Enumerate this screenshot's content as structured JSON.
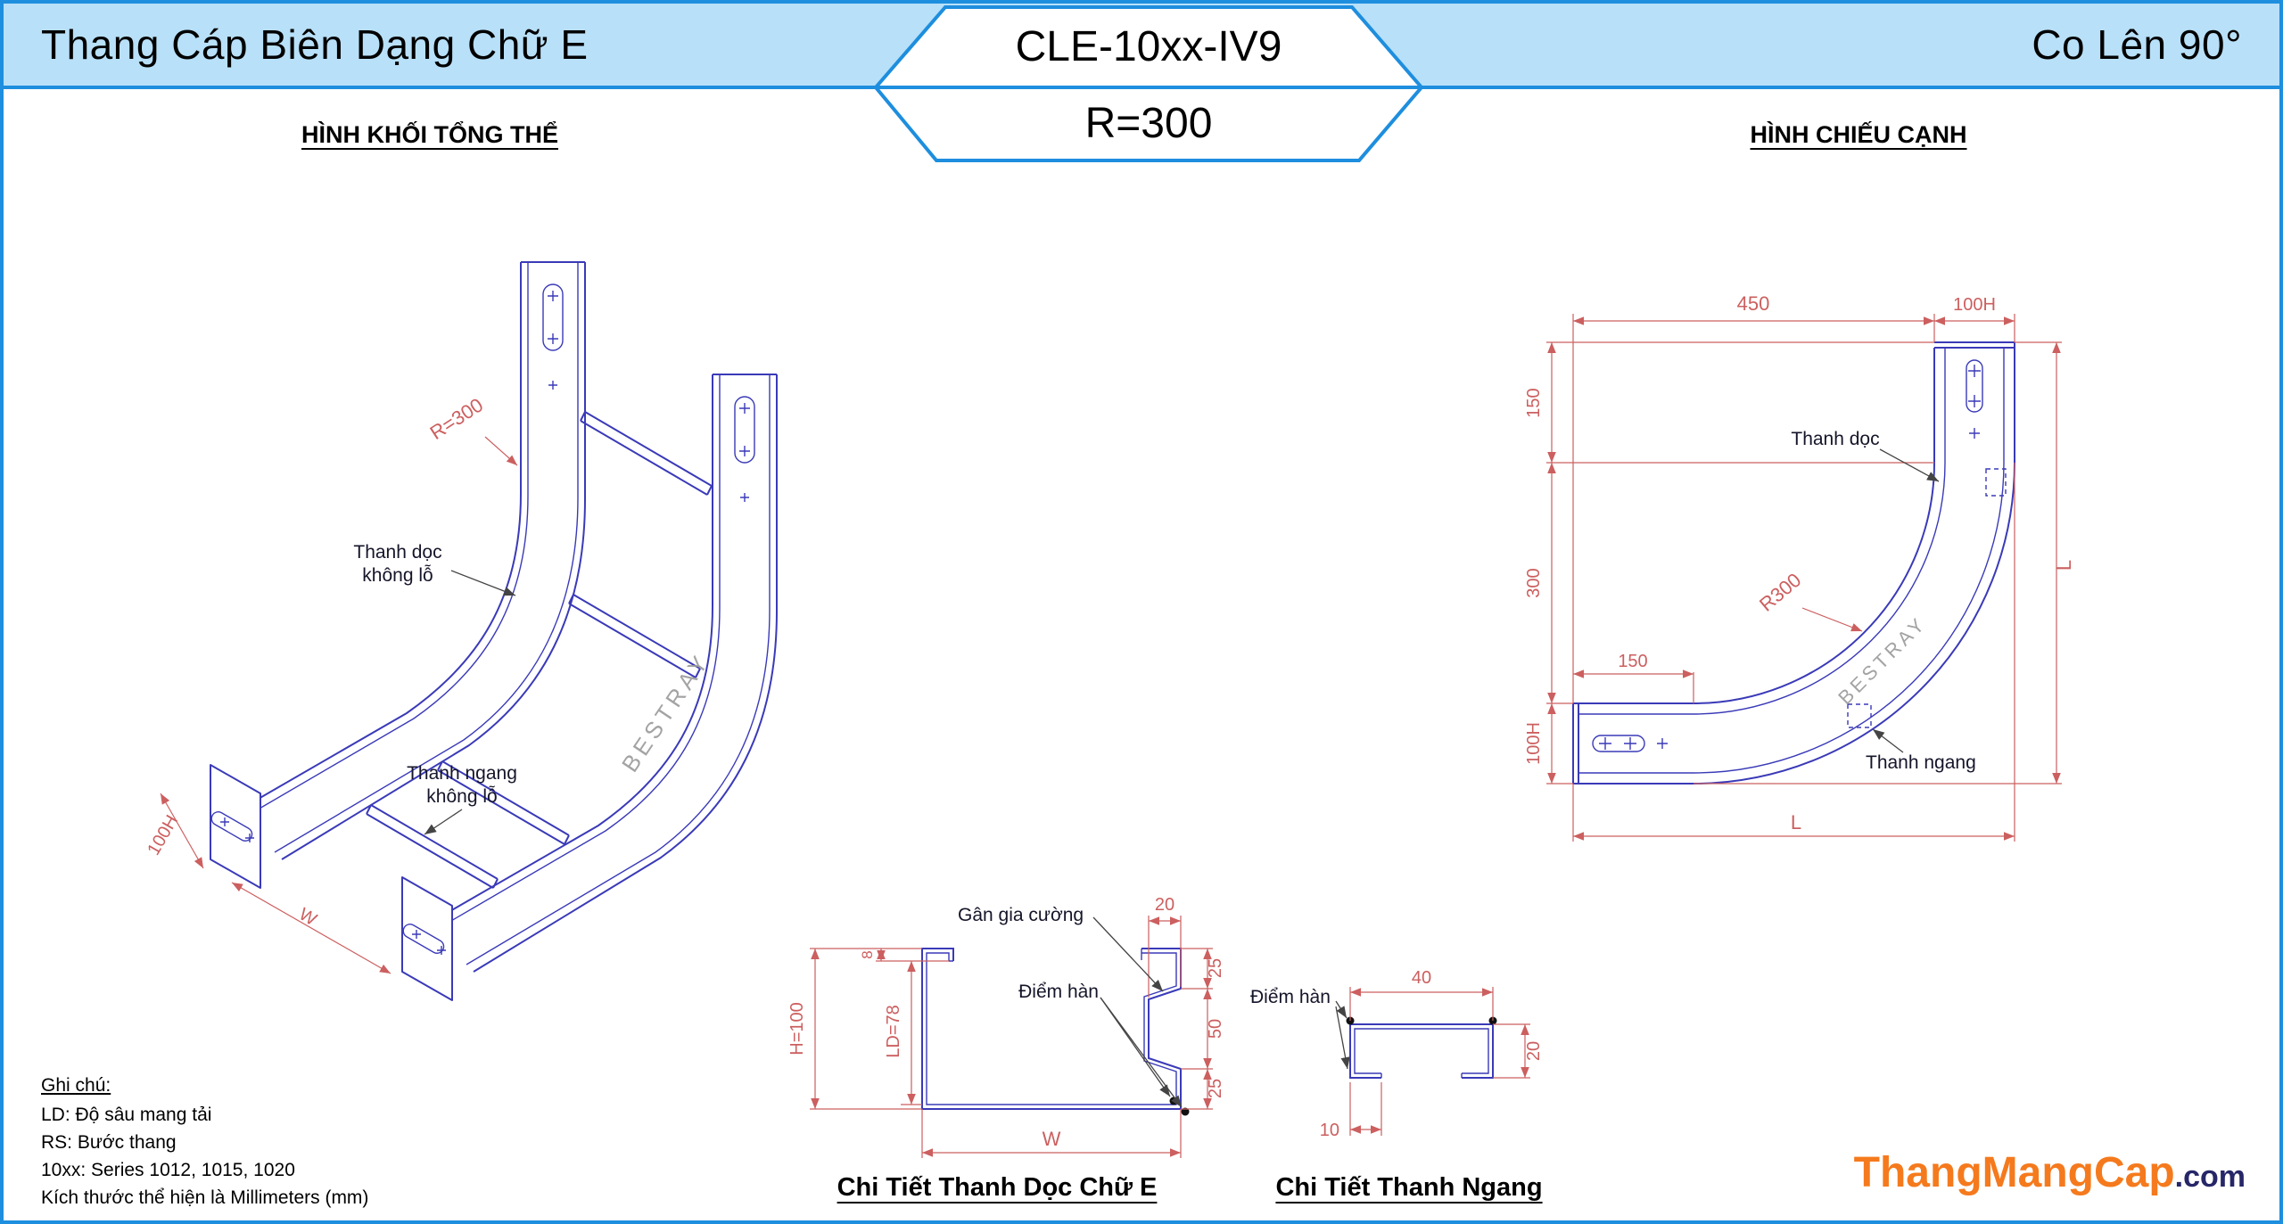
{
  "header": {
    "title_left": "Thang Cáp Biên Dạng Chữ E",
    "model_code": "CLE-10xx-IV9",
    "radius": "R=300",
    "title_right": "Co Lên 90°"
  },
  "overview": {
    "title": "HÌNH KHỐI TỔNG THỂ",
    "label_radius": "R=300",
    "label_side_rail_1": "Thanh dọc",
    "label_side_rail_2": "không lỗ",
    "label_rung_1": "Thanh ngang",
    "label_rung_2": "không lỗ",
    "dim_height": "100H",
    "dim_width": "W",
    "watermark": "BESTRAY"
  },
  "side_view": {
    "title": "HÌNH CHIẾU CẠNH",
    "dim_450": "450",
    "dim_100h_top": "100H",
    "dim_150_left": "150",
    "dim_300": "300",
    "dim_100h_left": "100H",
    "dim_150_inner": "150",
    "dim_r300": "R300",
    "dim_l_right": "L",
    "dim_l_bottom": "L",
    "label_side_rail": "Thanh dọc",
    "label_rung": "Thanh ngang",
    "watermark": "BESTRAY"
  },
  "detail_rail": {
    "title": "Chi Tiết Thanh Dọc Chữ E",
    "dim_20": "20",
    "dim_25_top": "25",
    "dim_50": "50",
    "dim_25_bottom": "25",
    "dim_h": "H=100",
    "dim_8": "8",
    "dim_ld": "LD=78",
    "dim_w": "W",
    "label_rib": "Gân gia cường",
    "label_weld": "Điểm hàn"
  },
  "detail_rung": {
    "title": "Chi Tiết Thanh Ngang",
    "dim_40": "40",
    "dim_20": "20",
    "dim_10": "10",
    "label_weld": "Điểm hàn"
  },
  "notes": {
    "title": "Ghi chú:",
    "lines": [
      "LD: Độ sâu mang tải",
      "RS: Bước thang",
      "10xx: Series 1012, 1015, 1020",
      "Kích thước thể hiện là Millimeters (mm)"
    ]
  },
  "logo": {
    "name": "ThangMangCap",
    "tld": ".com"
  },
  "colors": {
    "header_bg": "#b8e0f8",
    "frame_blue": "#1e8ede",
    "line_blue": "#3a3ab8",
    "dim_red": "#cc5f5f",
    "watermark_gray": "#9a9a9a",
    "logo_orange": "#f57a1d",
    "logo_navy": "#262668"
  }
}
